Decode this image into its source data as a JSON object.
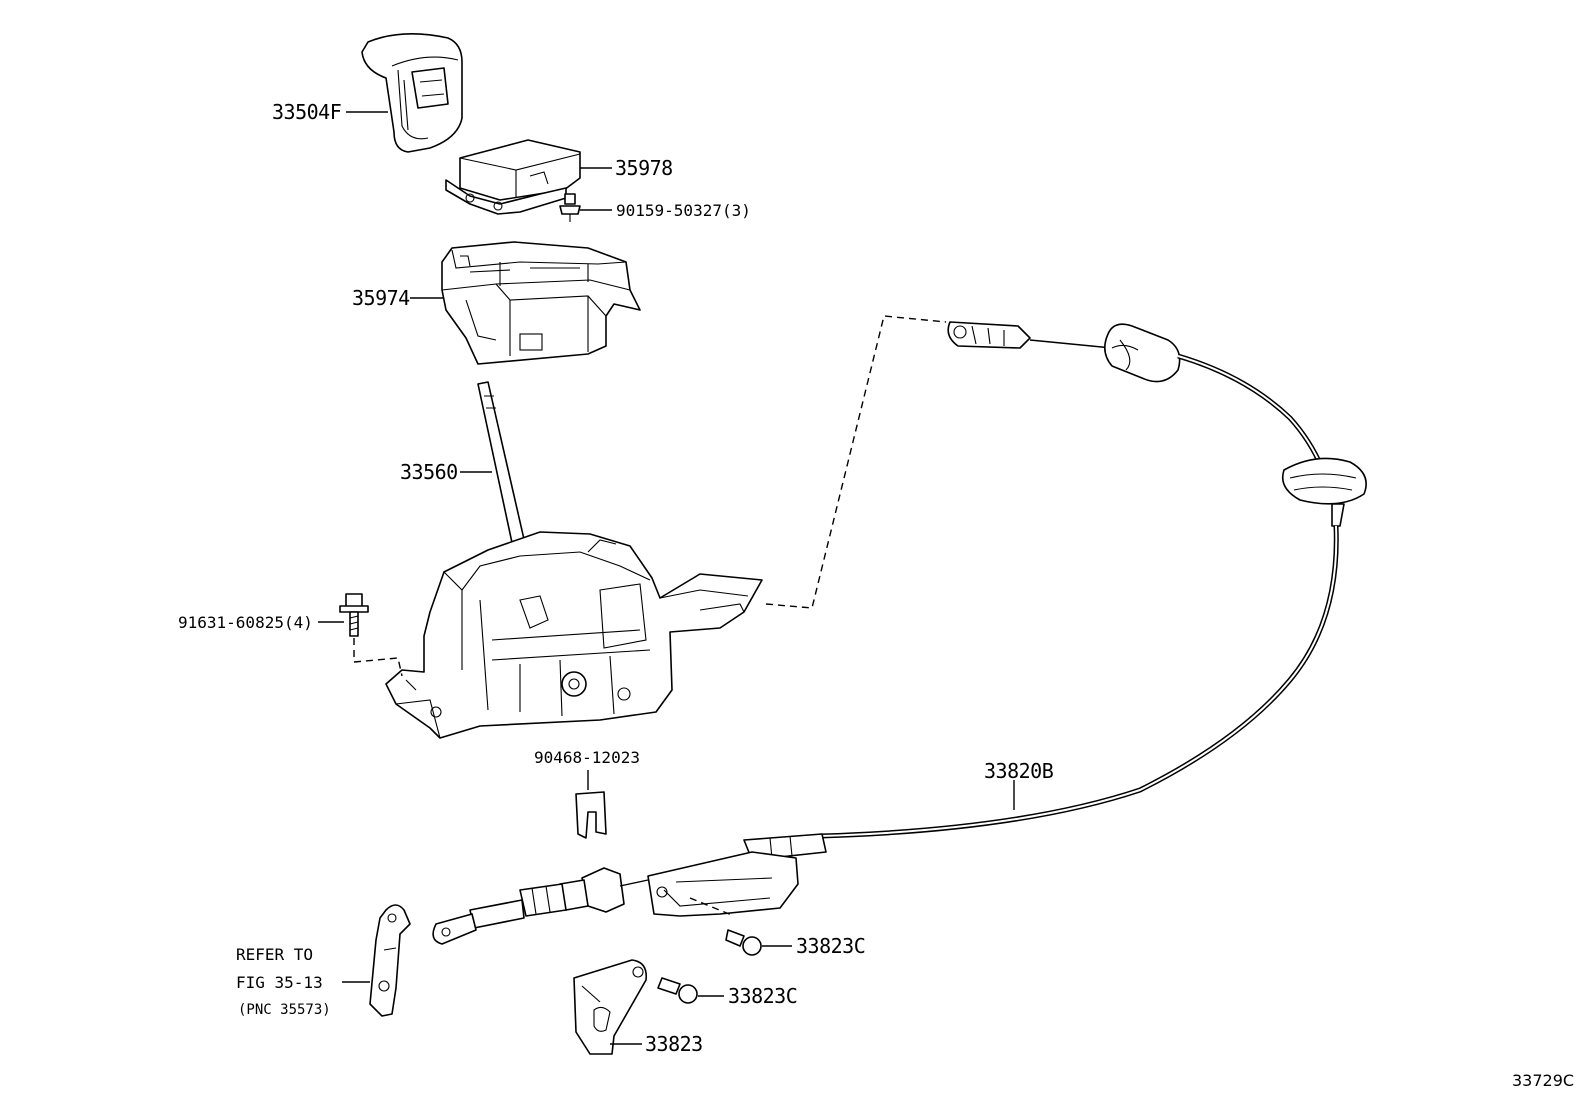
{
  "diagram": {
    "labels": {
      "knob": "33504F",
      "switch": "35978",
      "screw": "90159-50327(3)",
      "indicator": "35974",
      "lever": "33560",
      "bolt": "91631-60825(4)",
      "clip": "90468-12023",
      "cable": "33820B",
      "bolt_upper": "33823C",
      "bolt_lower": "33823C",
      "bracket": "33823",
      "refer_line1": "REFER TO",
      "refer_line2": "FIG 35-13",
      "refer_line3": "(PNC 35573)",
      "figure_code": "33729C"
    }
  }
}
